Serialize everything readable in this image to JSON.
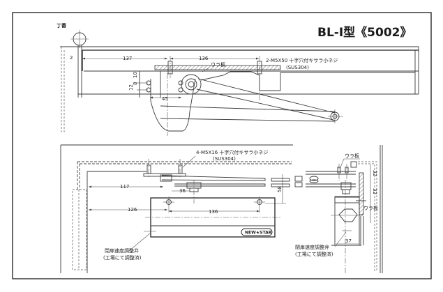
{
  "title": "BL-Ⅰ型《5002》",
  "top_view": {
    "hinge_label": "丁番",
    "dims": {
      "gap": "2",
      "d137": "137",
      "d136": "136",
      "d10": "10",
      "d8": "8",
      "d12": "12",
      "d45": "45"
    },
    "screw_note": "2-M5X50 十字穴付キサラ小ネジ",
    "screw_material": "(SUS304)",
    "backplate_label": "ウラ板"
  },
  "front_view": {
    "screw_note": "4-M5X16 十字穴付キサラ小ネジ",
    "screw_material": "(SUS304)",
    "dims": {
      "d117": "117",
      "d126": "126",
      "d136": "136",
      "d36": "36",
      "d58": "58"
    },
    "brand_badge": "NEW★STAR",
    "valve_label": "閉扉速度調整弁",
    "valve_note": "(工場にて調整済)"
  },
  "side_view": {
    "backplate_label_top": "ウラ板",
    "backplate_label_side": "ウラ板",
    "dims": {
      "d32a": "32",
      "d32b": "32",
      "d37": "37"
    },
    "valve_label": "閉扉速度調整弁",
    "valve_note": "(工場にて調整済)"
  }
}
